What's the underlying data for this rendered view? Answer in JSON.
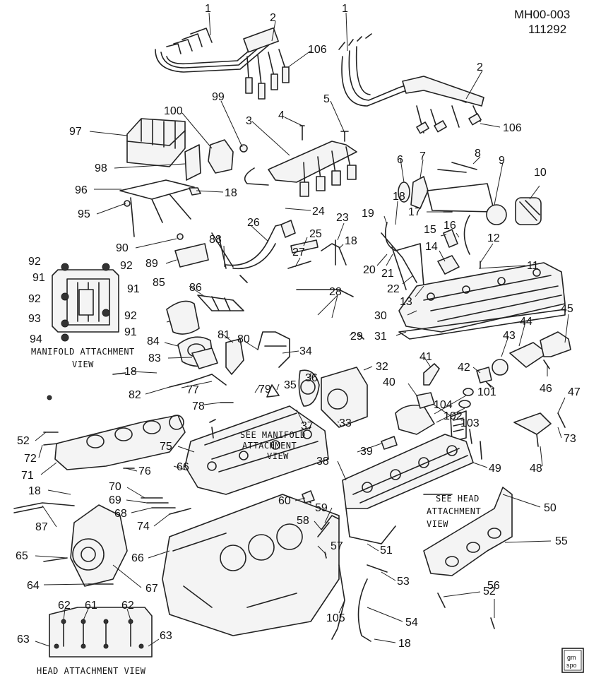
{
  "header": {
    "diagram_code": "MH00-003",
    "date_code": "111292"
  },
  "view_labels": {
    "manifold_attachment_bottom_a": "MANIFOLD ATTACHMENT",
    "manifold_attachment_bottom_b": "VIEW",
    "see_manifold_a": "SEE MANIFOLD",
    "see_manifold_b": "ATTACHMENT",
    "see_manifold_c": "VIEW",
    "see_head_a": "SEE HEAD",
    "see_head_b": "ATTACHMENT",
    "see_head_c": "VIEW",
    "head_attachment": "HEAD ATTACHMENT VIEW"
  },
  "logo": {
    "line1": "gm",
    "line2": "spo"
  },
  "callouts": [
    {
      "id": "c1a",
      "label": "1"
    },
    {
      "id": "c2a",
      "label": "2"
    },
    {
      "id": "c106a",
      "label": "106"
    },
    {
      "id": "c1b",
      "label": "1"
    },
    {
      "id": "c2b",
      "label": "2"
    },
    {
      "id": "c106b",
      "label": "106"
    },
    {
      "id": "c99",
      "label": "99"
    },
    {
      "id": "c4",
      "label": "4"
    },
    {
      "id": "c5",
      "label": "5"
    },
    {
      "id": "c100",
      "label": "100"
    },
    {
      "id": "c3",
      "label": "3"
    },
    {
      "id": "c97",
      "label": "97"
    },
    {
      "id": "c98",
      "label": "98"
    },
    {
      "id": "c96",
      "label": "96"
    },
    {
      "id": "c18a",
      "label": "18"
    },
    {
      "id": "c95",
      "label": "95"
    },
    {
      "id": "c6",
      "label": "6"
    },
    {
      "id": "c7",
      "label": "7"
    },
    {
      "id": "c8",
      "label": "8"
    },
    {
      "id": "c9",
      "label": "9"
    },
    {
      "id": "c10",
      "label": "10"
    },
    {
      "id": "c24",
      "label": "24"
    },
    {
      "id": "c18b",
      "label": "18"
    },
    {
      "id": "c17",
      "label": "17"
    },
    {
      "id": "c26",
      "label": "26"
    },
    {
      "id": "c23",
      "label": "23"
    },
    {
      "id": "c19",
      "label": "19"
    },
    {
      "id": "c18c",
      "label": "18"
    },
    {
      "id": "c25",
      "label": "25"
    },
    {
      "id": "c15",
      "label": "15"
    },
    {
      "id": "c16",
      "label": "16"
    },
    {
      "id": "c12",
      "label": "12"
    },
    {
      "id": "c90",
      "label": "90"
    },
    {
      "id": "c88",
      "label": "88"
    },
    {
      "id": "c27",
      "label": "27"
    },
    {
      "id": "c14",
      "label": "14"
    },
    {
      "id": "c20",
      "label": "20"
    },
    {
      "id": "c21",
      "label": "21"
    },
    {
      "id": "c11",
      "label": "11"
    },
    {
      "id": "c89",
      "label": "89"
    },
    {
      "id": "c22",
      "label": "22"
    },
    {
      "id": "c13",
      "label": "13"
    },
    {
      "id": "c92a",
      "label": "92"
    },
    {
      "id": "c92b",
      "label": "92"
    },
    {
      "id": "c91a",
      "label": "91"
    },
    {
      "id": "c91b",
      "label": "91"
    },
    {
      "id": "c92c",
      "label": "92"
    },
    {
      "id": "c92d",
      "label": "92"
    },
    {
      "id": "c93",
      "label": "93"
    },
    {
      "id": "c94",
      "label": "94"
    },
    {
      "id": "c91c",
      "label": "91"
    },
    {
      "id": "c85",
      "label": "85"
    },
    {
      "id": "c86",
      "label": "86"
    },
    {
      "id": "c28",
      "label": "28"
    },
    {
      "id": "c30",
      "label": "30"
    },
    {
      "id": "c45",
      "label": "45"
    },
    {
      "id": "c31",
      "label": "31"
    },
    {
      "id": "c84",
      "label": "84"
    },
    {
      "id": "c81",
      "label": "81"
    },
    {
      "id": "c80",
      "label": "80"
    },
    {
      "id": "c34",
      "label": "34"
    },
    {
      "id": "c29",
      "label": "29"
    },
    {
      "id": "c43",
      "label": "43"
    },
    {
      "id": "c44",
      "label": "44"
    },
    {
      "id": "c83",
      "label": "83"
    },
    {
      "id": "c41",
      "label": "41"
    },
    {
      "id": "c32",
      "label": "32"
    },
    {
      "id": "c42",
      "label": "42"
    },
    {
      "id": "c46",
      "label": "46"
    },
    {
      "id": "c18d",
      "label": "18"
    },
    {
      "id": "c36",
      "label": "36"
    },
    {
      "id": "c35",
      "label": "35"
    },
    {
      "id": "c40",
      "label": "40"
    },
    {
      "id": "c101",
      "label": "101"
    },
    {
      "id": "c82",
      "label": "82"
    },
    {
      "id": "c77",
      "label": "77"
    },
    {
      "id": "c79",
      "label": "79"
    },
    {
      "id": "c47",
      "label": "47"
    },
    {
      "id": "c78",
      "label": "78"
    },
    {
      "id": "c37",
      "label": "37"
    },
    {
      "id": "c33",
      "label": "33"
    },
    {
      "id": "c104",
      "label": "104"
    },
    {
      "id": "c102",
      "label": "102"
    },
    {
      "id": "c103",
      "label": "103"
    },
    {
      "id": "c52a",
      "label": "52"
    },
    {
      "id": "c72",
      "label": "72"
    },
    {
      "id": "c73",
      "label": "73"
    },
    {
      "id": "c75",
      "label": "75"
    },
    {
      "id": "c39",
      "label": "39"
    },
    {
      "id": "c48",
      "label": "48"
    },
    {
      "id": "c71",
      "label": "71"
    },
    {
      "id": "c76",
      "label": "76"
    },
    {
      "id": "c38",
      "label": "38"
    },
    {
      "id": "c49",
      "label": "49"
    },
    {
      "id": "c66a",
      "label": "66"
    },
    {
      "id": "c70",
      "label": "70"
    },
    {
      "id": "c18e",
      "label": "18"
    },
    {
      "id": "c69",
      "label": "69"
    },
    {
      "id": "c60",
      "label": "60"
    },
    {
      "id": "c50",
      "label": "50"
    },
    {
      "id": "c68",
      "label": "68"
    },
    {
      "id": "c59",
      "label": "59"
    },
    {
      "id": "c87",
      "label": "87"
    },
    {
      "id": "c74",
      "label": "74"
    },
    {
      "id": "c58",
      "label": "58"
    },
    {
      "id": "c55",
      "label": "55"
    },
    {
      "id": "c57",
      "label": "57"
    },
    {
      "id": "c51",
      "label": "51"
    },
    {
      "id": "c65",
      "label": "65"
    },
    {
      "id": "c66b",
      "label": "66"
    },
    {
      "id": "c67",
      "label": "67"
    },
    {
      "id": "c53",
      "label": "53"
    },
    {
      "id": "c64",
      "label": "64"
    },
    {
      "id": "c56",
      "label": "56"
    },
    {
      "id": "c52b",
      "label": "52"
    },
    {
      "id": "c62a",
      "label": "62"
    },
    {
      "id": "c61",
      "label": "61"
    },
    {
      "id": "c62b",
      "label": "62"
    },
    {
      "id": "c105",
      "label": "105"
    },
    {
      "id": "c54",
      "label": "54"
    },
    {
      "id": "c63a",
      "label": "63"
    },
    {
      "id": "c63b",
      "label": "63"
    },
    {
      "id": "c18f",
      "label": "18"
    }
  ]
}
